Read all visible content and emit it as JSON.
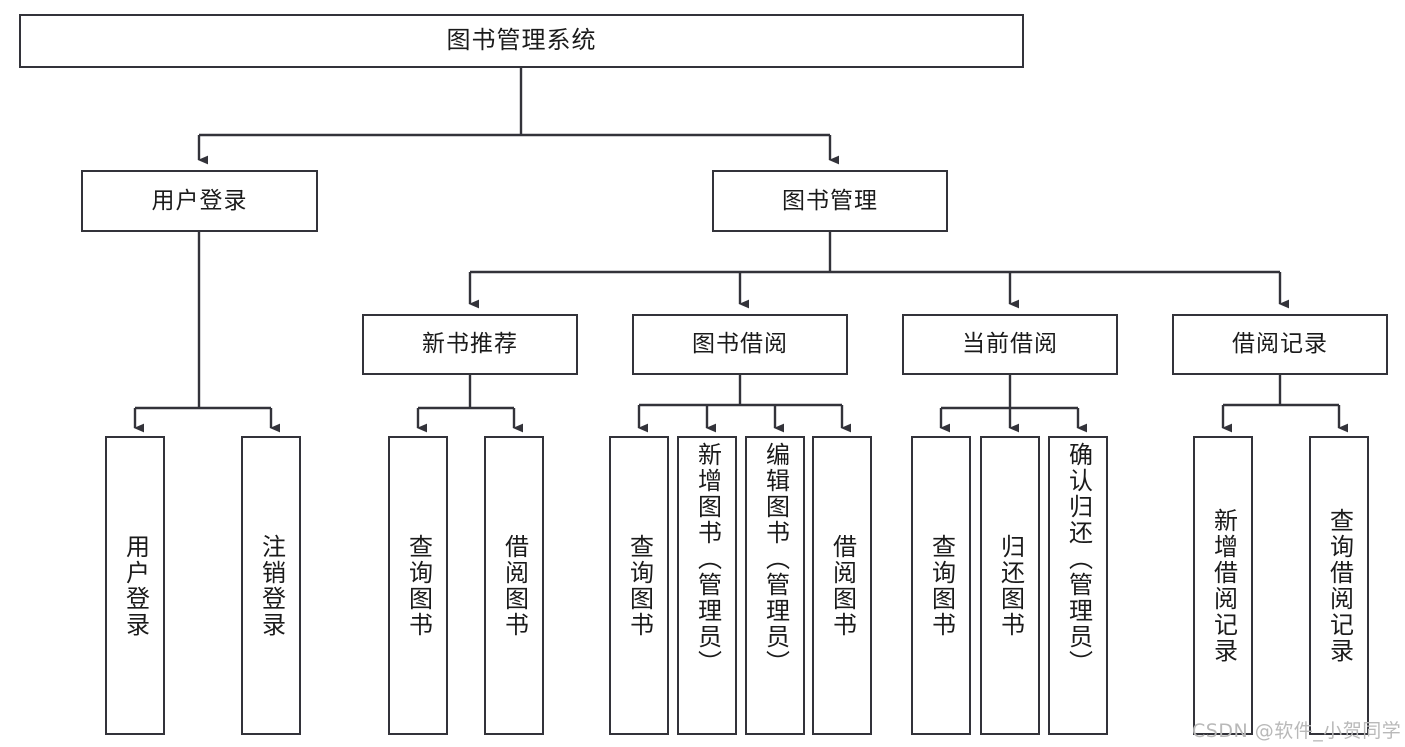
{
  "diagram": {
    "title": "图书管理系统",
    "type": "tree-hierarchy",
    "watermark": "CSDN @软件_小贺同学",
    "colors": {
      "background": "#ffffff",
      "box_border": "#33333a",
      "box_fill": "#ffffff",
      "edge": "#33333a",
      "text": "#1b1b1b",
      "watermark": "#b9b9b9"
    },
    "levels": {
      "root": {
        "label": "图书管理系统"
      },
      "level2": [
        {
          "label": "用户登录"
        },
        {
          "label": "图书管理"
        }
      ],
      "level3": [
        {
          "label": "新书推荐"
        },
        {
          "label": "图书借阅"
        },
        {
          "label": "当前借阅"
        },
        {
          "label": "借阅记录"
        }
      ],
      "leaves": {
        "user_login": [
          {
            "label": "用户登录"
          },
          {
            "label": "注销登录"
          }
        ],
        "new_book_recommend": [
          {
            "label": "查询图书"
          },
          {
            "label": "借阅图书"
          }
        ],
        "book_borrow": [
          {
            "label": "查询图书"
          },
          {
            "label": "新增图书（管理员）"
          },
          {
            "label": "编辑图书（管理员）"
          },
          {
            "label": "借阅图书"
          }
        ],
        "current_borrow": [
          {
            "label": "查询图书"
          },
          {
            "label": "归还图书"
          },
          {
            "label": "确认归还（管理员）"
          }
        ],
        "borrow_record": [
          {
            "label": "新增借阅记录"
          },
          {
            "label": "查询借阅记录"
          }
        ]
      }
    }
  }
}
